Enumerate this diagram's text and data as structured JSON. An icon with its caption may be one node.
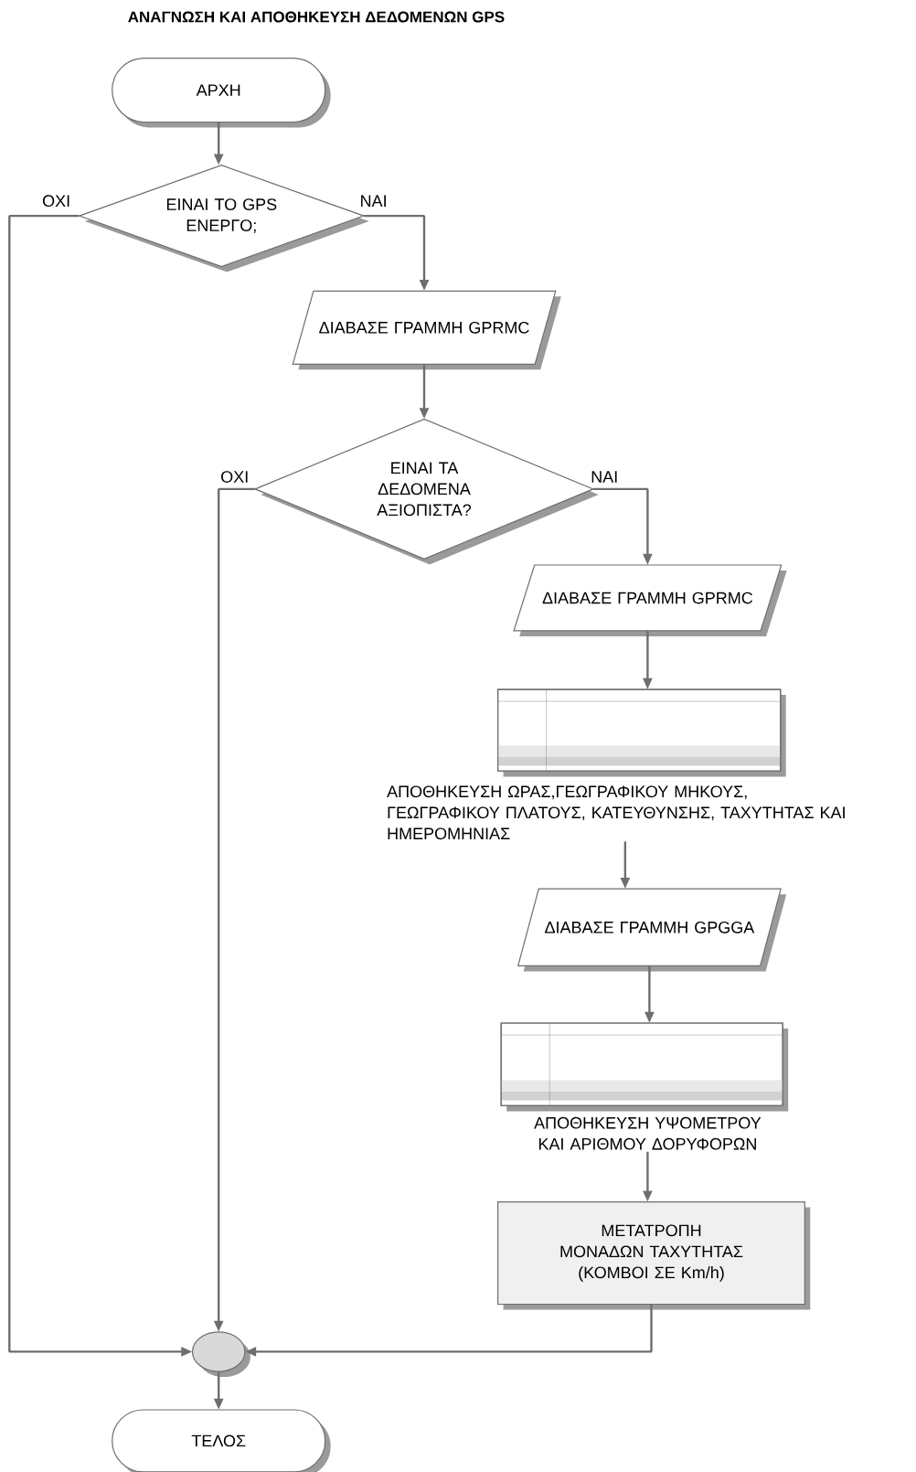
{
  "diagram": {
    "title": "ΑΝΑΓΝΩΣΗ ΚΑΙ ΑΠΟΘΗΚΕΥΣΗ ΔΕΔΟΜΕΝΩΝ GPS",
    "nodes": [
      {
        "text": [
          "ΑΡΧΗ"
        ]
      },
      {
        "text": [
          "ΕΙΝΑΙ ΤΟ GPS ΕΝΕΡΓΟ;"
        ]
      },
      {
        "text": [
          "ΔΙΑΒΑΣΕ ΓΡΑΜΜΗ GPRMC"
        ]
      },
      {
        "text": [
          "ΕΙΝΑΙ ΤΑ ΔΕΔΟΜΕΝΑ ΑΞΙΟΠΙΣΤΑ?"
        ]
      },
      {
        "text": [
          "ΔΙΑΒΑΣΕ ΓΡΑΜΜΗ GPRMC"
        ]
      },
      {
        "text": [
          "ΑΠΟΘΗΚΕΥΣΗ ΩΡΑΣ,ΓΕΩΓΡΑΦΙΚΟΥ ΜΗΚΟΥΣ, ΓΕΩΓΡΑΦΙΚΟΥ ΠΛΑΤΟΥΣ, ΚΑΤΕΥΘΥΝΣΗΣ, ΤΑΧΥΤΗΤΑΣ ΚΑΙ ΗΜΕΡΟΜΗΝΙΑΣ"
        ]
      },
      {
        "text": [
          "ΔΙΑΒΑΣΕ ΓΡΑΜΜΗ GPGGA"
        ]
      },
      {
        "text": [
          "ΑΠΟΘΗΚΕΥΣΗ ΥΨΟΜΕΤΡΟΥ ΚΑΙ ΑΡΙΘΜΟΥ ΔΟΡΥΦΟΡΩΝ"
        ]
      },
      {
        "text": [
          "ΜΕΤΑΤΡΟΠΗ ΜΟΝΑΔΩΝ ΤΑΧΥΤΗΤΑΣ (ΚΟΜΒΟΙ ΣΕ Km/h)"
        ]
      },
      {
        "text": [],
        "shape": "circle"
      },
      {
        "text": [
          "ΤΕΛΟΣ"
        ]
      }
    ],
    "edges": [
      {
        "from": 0,
        "to": 1,
        "arrow": "to"
      },
      {
        "from": 1,
        "to": 9,
        "arrow": "to",
        "label": "ΟΧΙ"
      },
      {
        "from": 1,
        "to": 2,
        "arrow": "to",
        "label": "ΝΑΙ"
      },
      {
        "from": 2,
        "to": 3,
        "arrow": "to"
      },
      {
        "from": 3,
        "to": 9,
        "arrow": "to",
        "label": "ΟΧΙ"
      },
      {
        "from": 3,
        "to": 4,
        "arrow": "to",
        "label": "ΝΑΙ"
      },
      {
        "from": 4,
        "to": 5,
        "arrow": "to"
      },
      {
        "from": 5,
        "to": 6,
        "arrow": "to"
      },
      {
        "from": 6,
        "to": 7,
        "arrow": "to"
      },
      {
        "from": 7,
        "to": 8,
        "arrow": "to"
      },
      {
        "from": 8,
        "to": 9,
        "arrow": "to"
      },
      {
        "from": 9,
        "to": 10,
        "arrow": "to"
      }
    ]
  }
}
